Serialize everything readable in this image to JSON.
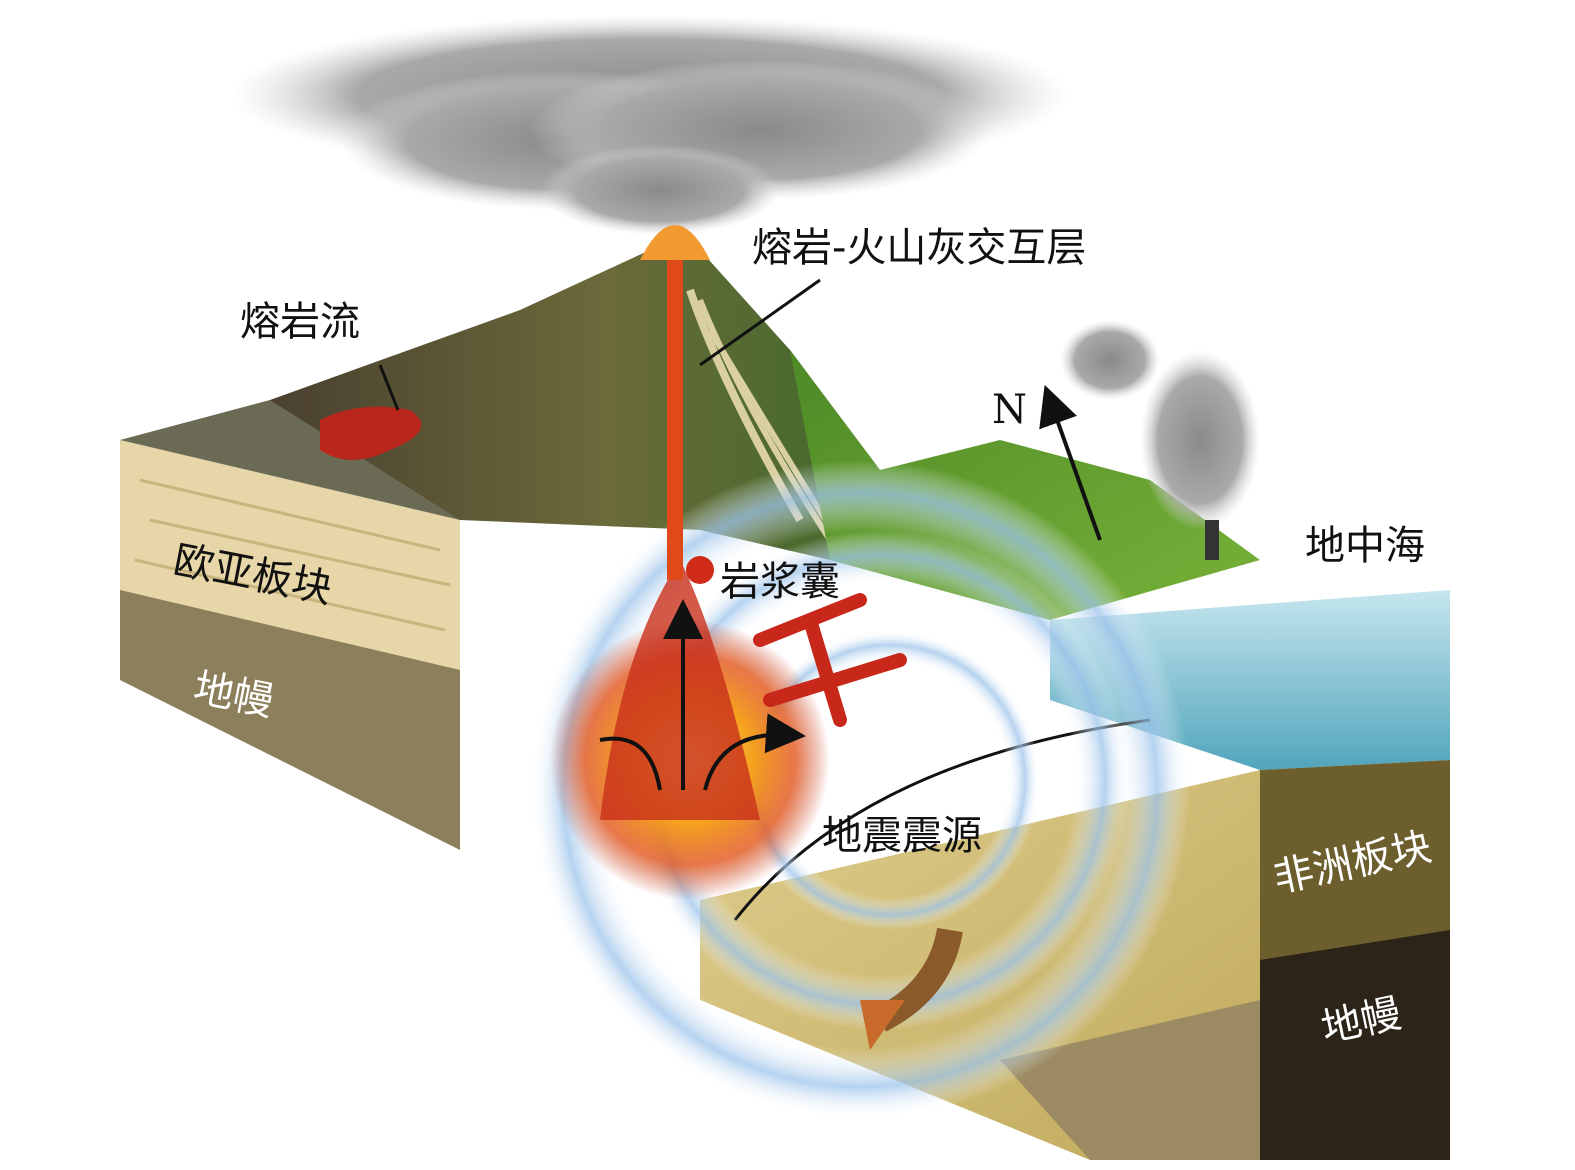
{
  "labels": {
    "lava_flow": "熔岩流",
    "lava_ash_layers": "熔岩-火山灰交互层",
    "north": "N",
    "eurasian_plate": "欧亚板块",
    "mantle_left": "地幔",
    "magma_chamber": "岩浆囊",
    "mediterranean": "地中海",
    "hypocenter": "地震震源",
    "african_plate": "非洲板块",
    "mantle_right": "地幔"
  },
  "colors": {
    "ash_cloud": "#9a9a9a",
    "lava": "#d8401a",
    "magma_glow": "#f5a21e",
    "crust": "#e6d3a5",
    "mantle": "#8d7f5b",
    "grass": "#5f9a2a",
    "sea": "#5fb8c9",
    "african_plate": "#6d5f2d",
    "shock_ring": "#9cc3ea"
  }
}
